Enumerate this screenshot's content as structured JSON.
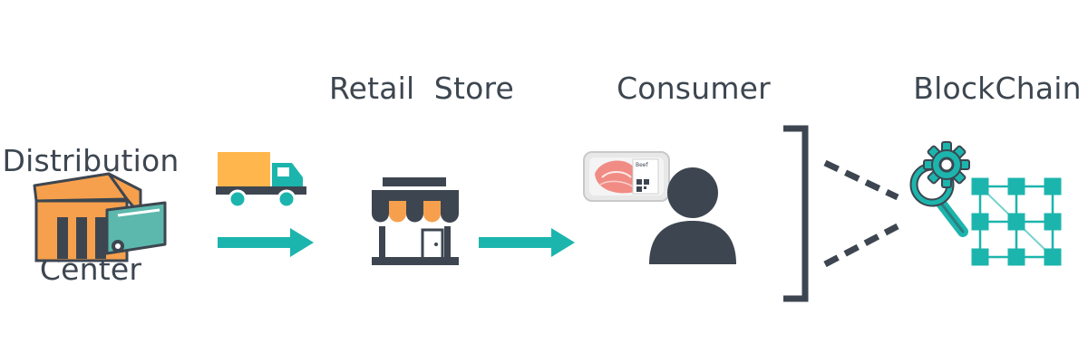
{
  "stages": {
    "distribution_center": {
      "line1": "Distribution",
      "line2": "Center"
    },
    "retail_store": {
      "label": "Retail  Store"
    },
    "consumer": {
      "label": "Consumer"
    },
    "blockchain": {
      "label": "BlockChain"
    }
  },
  "package_label": "Beef",
  "colors": {
    "teal": "#1cb5ad",
    "dark": "#3d4650",
    "orange": "#f6a04d",
    "meat": "#f08c84",
    "lightgray": "#e6e6e6"
  },
  "icons": [
    "warehouse-icon",
    "delivery-truck-icon",
    "arrow-right-icon",
    "store-icon",
    "meat-package-icon",
    "person-icon",
    "bracket-icon",
    "gear-icon",
    "magnifier-icon",
    "blockchain-grid-icon"
  ]
}
